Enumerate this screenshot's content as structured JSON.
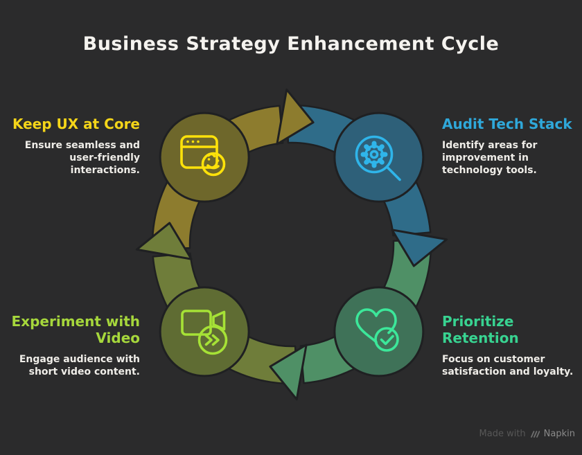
{
  "page": {
    "title": "Business Strategy Enhancement Cycle",
    "background_color": "#2b2b2c",
    "body_text_color": "#efede8"
  },
  "cycle": {
    "outline_color": "#1f2022",
    "nodes": [
      {
        "id": "keep-ux-at-core",
        "position": "top-left",
        "title": "Keep UX at Core",
        "description": "Ensure seamless and\nuser-friendly\ninteractions.",
        "title_color": "#f4d519",
        "circle_color": "#6e672b",
        "band_color": "#8d7c2e",
        "icon_color": "#ffe20a",
        "icon": "browser-smile-icon"
      },
      {
        "id": "audit-tech-stack",
        "position": "top-right",
        "title": "Audit Tech Stack",
        "description": "Identify areas for\nimprovement in\ntechnology tools.",
        "title_color": "#2fa8da",
        "circle_color": "#2e6079",
        "band_color": "#2f6c89",
        "icon_color": "#2fb5ea",
        "icon": "gear-magnifier-icon"
      },
      {
        "id": "prioritize-retention",
        "position": "bottom-right",
        "title": "Prioritize\nRetention",
        "description": "Focus on customer\nsatisfaction and loyalty.",
        "title_color": "#38d391",
        "circle_color": "#3f7258",
        "band_color": "#4f9066",
        "icon_color": "#3ce79a",
        "icon": "heart-check-icon"
      },
      {
        "id": "experiment-with-video",
        "position": "bottom-left",
        "title": "Experiment with\nVideo",
        "description": "Engage audience with\nshort video content.",
        "title_color": "#a6d73c",
        "circle_color": "#5f6c33",
        "band_color": "#6f7d3a",
        "icon_color": "#a6e236",
        "icon": "video-forward-icon"
      }
    ]
  },
  "watermark": {
    "made_with": "Made with",
    "brand": "Napkin",
    "logo": "napkin-logo-icon"
  }
}
